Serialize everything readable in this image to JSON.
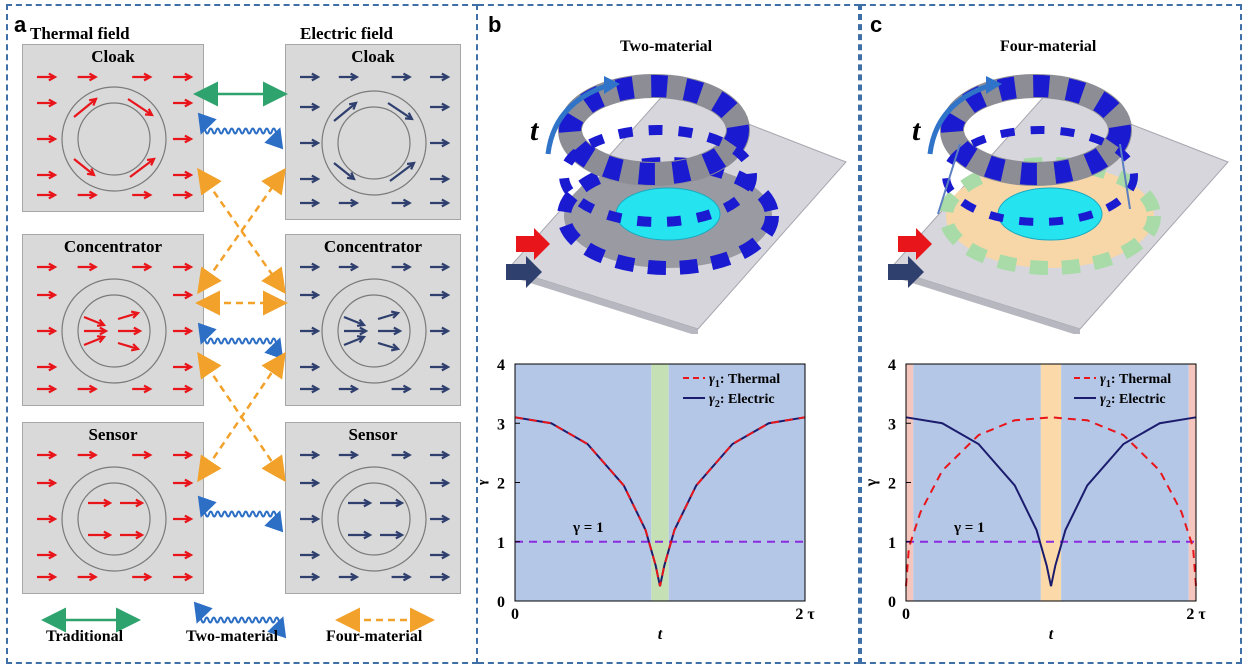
{
  "panel_a": {
    "letter": "a",
    "thermal_heading": "Thermal field",
    "electric_heading": "Electric field",
    "thermal_boxes": [
      "Cloak",
      "Concentrator",
      "Sensor"
    ],
    "electric_boxes": [
      "Cloak",
      "Concentrator",
      "Sensor"
    ],
    "legend": {
      "traditional": "Traditional",
      "two_material": "Two-material",
      "four_material": "Four-material"
    },
    "colors": {
      "thermal_arrow": "#e8151b",
      "electric_arrow": "#2f3f6e",
      "traditional": "#2ea36d",
      "two_material": "#2e6fc6",
      "four_material": "#f2a12a"
    }
  },
  "panel_b": {
    "letter": "b",
    "title": "Two-material",
    "device_label": "t",
    "plot": {
      "legend_thermal": ": Thermal",
      "legend_electric": ": Electric",
      "gamma_one_label": "γ = 1",
      "ylabel": "γ",
      "xlabel": "t",
      "x_ticks": [
        "0",
        "2 τ"
      ],
      "y_ticks": [
        "0",
        "1",
        "2",
        "3",
        "4"
      ]
    }
  },
  "panel_c": {
    "letter": "c",
    "title": "Four-material",
    "device_label": "t",
    "plot": {
      "legend_thermal": ": Thermal",
      "legend_electric": ": Electric",
      "gamma_one_label": "γ = 1",
      "ylabel": "γ",
      "xlabel": "t",
      "x_ticks": [
        "0",
        "2 τ"
      ],
      "y_ticks": [
        "0",
        "1",
        "2",
        "3",
        "4"
      ]
    }
  },
  "chart_data": [
    {
      "type": "line",
      "panel": "b",
      "xlim": [
        0,
        2
      ],
      "ylim": [
        0,
        4
      ],
      "series": [
        {
          "name": "γ1: Thermal",
          "style": "dashed",
          "color": "#e8151b",
          "x": [
            0,
            0.25,
            0.5,
            0.75,
            0.9,
            0.97,
            1.0,
            1.03,
            1.1,
            1.25,
            1.5,
            1.75,
            2.0
          ],
          "y": [
            3.1,
            3.0,
            2.65,
            1.95,
            1.2,
            0.6,
            0.25,
            0.6,
            1.2,
            1.95,
            2.65,
            3.0,
            3.1
          ]
        },
        {
          "name": "γ2: Electric",
          "style": "solid",
          "color": "#1c1c6e",
          "x": [
            0,
            0.25,
            0.5,
            0.75,
            0.9,
            0.97,
            1.0,
            1.03,
            1.1,
            1.25,
            1.5,
            1.75,
            2.0
          ],
          "y": [
            3.1,
            3.0,
            2.65,
            1.95,
            1.2,
            0.6,
            0.25,
            0.6,
            1.2,
            1.95,
            2.65,
            3.0,
            3.1
          ]
        }
      ],
      "reference_line": {
        "y": 1,
        "label": "γ = 1",
        "color": "#8a2be2"
      },
      "shaded_bands": [
        {
          "x": [
            0,
            0.94
          ],
          "color": "#b4c7e7"
        },
        {
          "x": [
            0.94,
            1.06
          ],
          "color": "#c5e0b4"
        },
        {
          "x": [
            1.06,
            2.0
          ],
          "color": "#b4c7e7"
        }
      ]
    },
    {
      "type": "line",
      "panel": "c",
      "xlim": [
        0,
        2
      ],
      "ylim": [
        0,
        4
      ],
      "series": [
        {
          "name": "γ1: Thermal",
          "style": "dashed",
          "color": "#e8151b",
          "x": [
            0,
            0.02,
            0.1,
            0.25,
            0.5,
            0.75,
            1.0,
            1.25,
            1.5,
            1.75,
            1.9,
            1.98,
            2.0
          ],
          "y": [
            0.25,
            0.9,
            1.5,
            2.2,
            2.8,
            3.05,
            3.1,
            3.05,
            2.8,
            2.2,
            1.5,
            0.9,
            0.25
          ]
        },
        {
          "name": "γ2: Electric",
          "style": "solid",
          "color": "#1c1c6e",
          "x": [
            0,
            0.25,
            0.5,
            0.75,
            0.9,
            0.97,
            1.0,
            1.03,
            1.1,
            1.25,
            1.5,
            1.75,
            2.0
          ],
          "y": [
            3.1,
            3.0,
            2.65,
            1.95,
            1.2,
            0.6,
            0.25,
            0.6,
            1.2,
            1.95,
            2.65,
            3.0,
            3.1
          ]
        }
      ],
      "reference_line": {
        "y": 1,
        "label": "γ = 1",
        "color": "#8a2be2"
      },
      "shaded_bands": [
        {
          "x": [
            0,
            0.05
          ],
          "color": "#f4c6bd"
        },
        {
          "x": [
            0.05,
            0.93
          ],
          "color": "#b4c7e7"
        },
        {
          "x": [
            0.93,
            1.07
          ],
          "color": "#fbd9a8"
        },
        {
          "x": [
            1.07,
            1.95
          ],
          "color": "#b4c7e7"
        },
        {
          "x": [
            1.95,
            2.0
          ],
          "color": "#f4c6bd"
        }
      ]
    }
  ]
}
